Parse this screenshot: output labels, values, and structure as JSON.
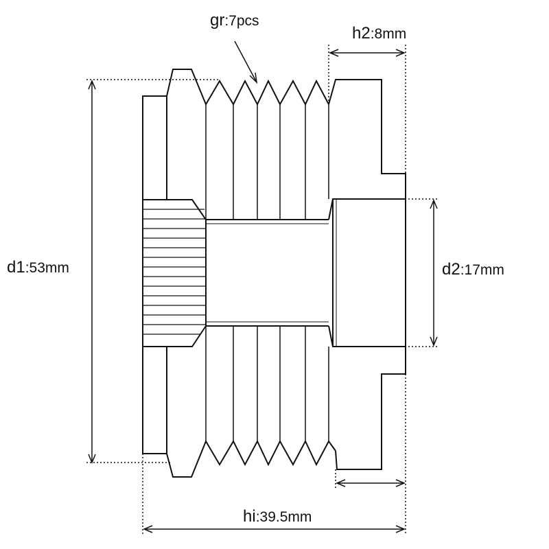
{
  "labels": {
    "grooves": {
      "key": "gr",
      "value": ":7pcs"
    },
    "hub_length": {
      "key": "h2",
      "value": ":8mm"
    },
    "outer_diameter": {
      "key": "d1",
      "value": ":53mm"
    },
    "bore_diameter": {
      "key": "d2",
      "value": ":17mm"
    },
    "total_length": {
      "key": "hi",
      "value": ":39.5mm"
    }
  },
  "colors": {
    "line": "#111111",
    "background": "#ffffff"
  }
}
